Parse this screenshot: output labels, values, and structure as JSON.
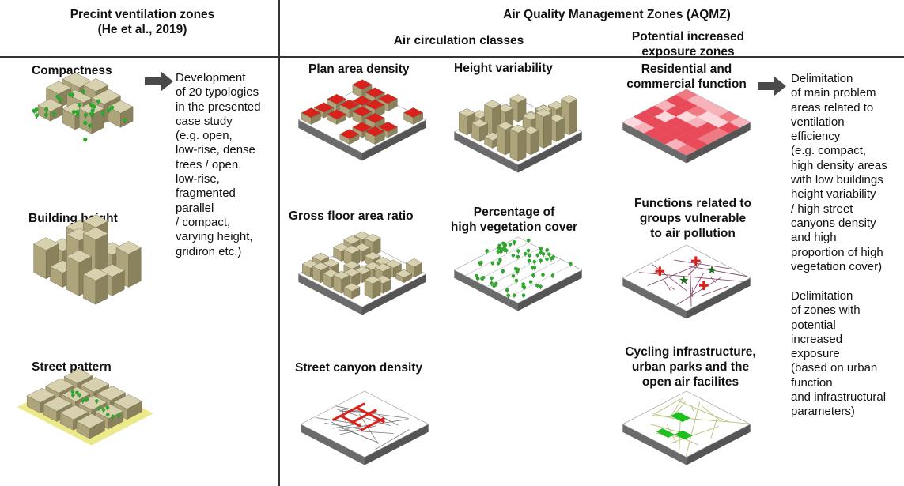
{
  "left_header": {
    "line1": "Precint ventilation zones",
    "line2": "(He et al., 2019)"
  },
  "right_header": {
    "title": "Air Quality Management Zones (AQMZ)"
  },
  "sub_headers": {
    "air_circulation": "Air circulation classes",
    "exposure_line1": "Potential increased",
    "exposure_line2": "exposure zones"
  },
  "left_items": [
    "Compactness",
    "Building height",
    "Street pattern"
  ],
  "left_description": "Development\nof 20 typologies\nin the presented\ncase study\n(e.g. open,\nlow-rise, dense\ntrees / open,\nlow-rise,\nfragmented\nparallel\n/ compact,\nvarying height,\ngridiron etc.)",
  "air_circulation_items": {
    "plan_area_density": "Plan area density",
    "height_variability": "Height variability",
    "gross_floor_area_ratio": "Gross floor area ratio",
    "vegetation_line1": "Percentage of",
    "vegetation_line2": "high vegetation cover",
    "street_canyon_density": "Street canyon density"
  },
  "exposure_items": {
    "residential_line1": "Residential and",
    "residential_line2": "commercial function",
    "vulnerable_line1": "Functions related to",
    "vulnerable_line2": "groups vulnerable",
    "vulnerable_line3": "to air pollution",
    "cycling_line1": "Cycling infrastructure,",
    "cycling_line2": "urban parks and the",
    "cycling_line3": "open air facilites"
  },
  "right_description_1": "Delimitation\nof main problem\nareas related to\nventilation\nefficiency\n(e.g. compact,\nhigh density areas\n with low buildings\nheight variability\n / high street\ncanyons density\nand high\nproportion of high\nvegetation cover)",
  "right_description_2": "Delimitation\nof zones with\npotential\nincreased\nexposure\n(based on urban\nfunction\nand infrastructural\nparameters)",
  "colors": {
    "building_top": "#d7d1b0",
    "building_side": "#aea47b",
    "building_front": "#8a825d",
    "tree": "#2ea82e",
    "highlight_red": "#d9221b",
    "heat_pink": "#f07a84",
    "park_green": "#1fbf1f",
    "street_yellow": "#ece98a",
    "arrow": "#4a4a4a"
  }
}
